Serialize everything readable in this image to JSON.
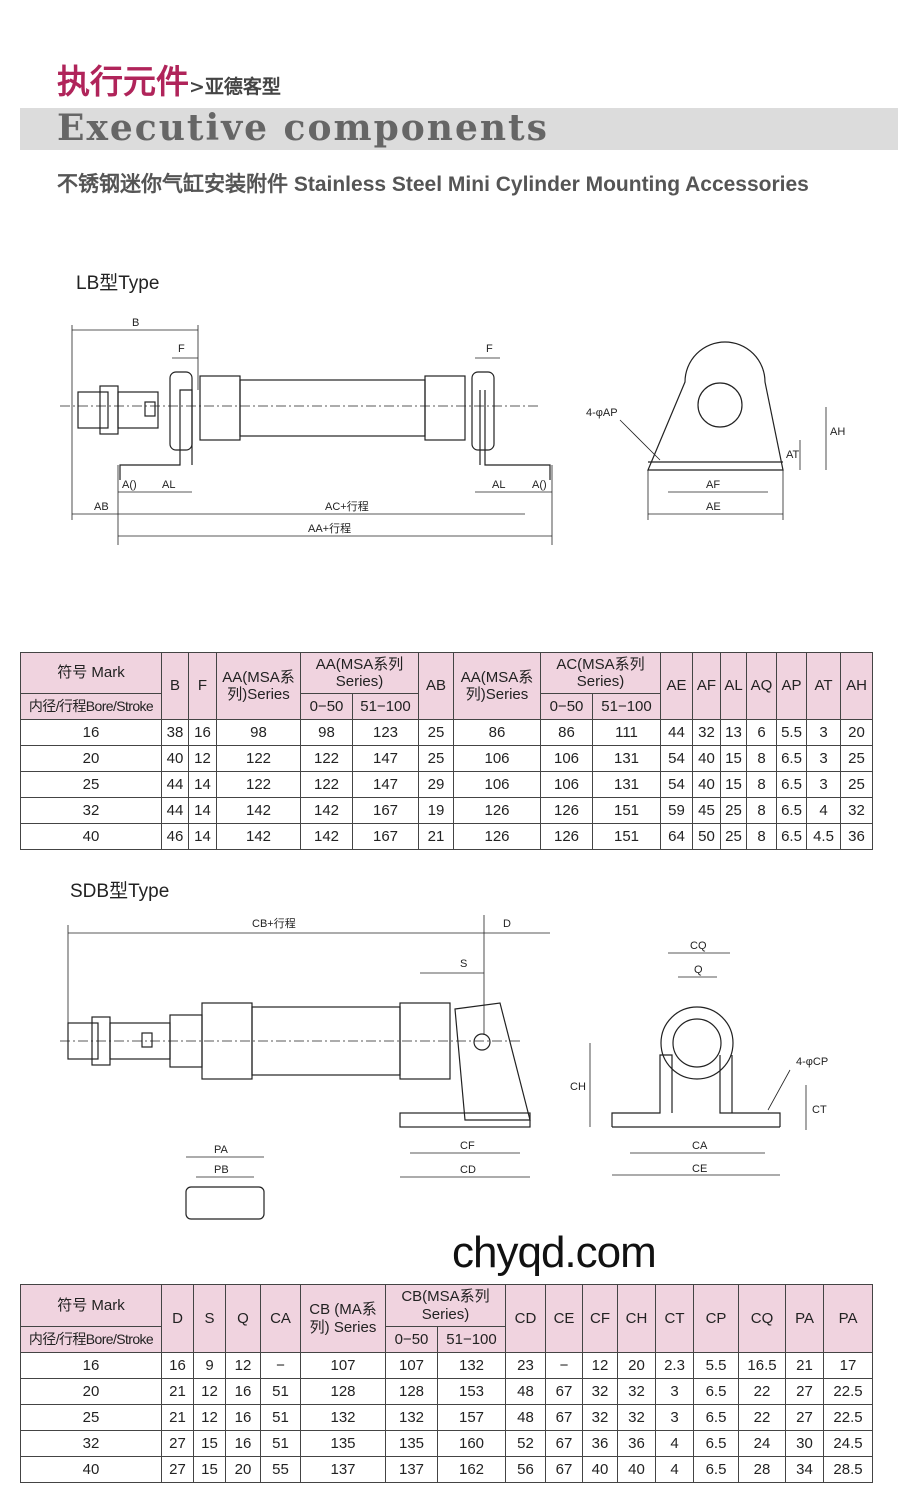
{
  "header": {
    "title_cn": "执行元件",
    "title_sub": ">亚德客型",
    "title_en": "Executive components",
    "subtitle": "不锈钢迷你气缸安装附件 Stainless Steel Mini Cylinder Mounting Accessories"
  },
  "lb": {
    "type_label": "LB型Type",
    "drawing_labels": {
      "b": "B",
      "f1": "F",
      "f2": "F",
      "a1": "A()",
      "a2": "A()",
      "al1": "AL",
      "al2": "AL",
      "ab": "AB",
      "ac": "AC+行程",
      "aa": "AA+行程",
      "ap": "4-φAP",
      "at": "AT",
      "ah": "AH",
      "af": "AF",
      "ae": "AE"
    },
    "table": {
      "mark": "符号 Mark",
      "bore": "内径/行程Bore/Stroke",
      "b": "B",
      "f": "F",
      "aa1": "AA(MSA系列)Series",
      "aa2": "AA(MSA系列Series)",
      "r1": "0−50",
      "r2": "51−100",
      "ab": "AB",
      "aa3": "AA(MSA系列)Series",
      "ac": "AC(MSA系列Series)",
      "r3": "0−50",
      "r4": "51−100",
      "ae": "AE",
      "af": "AF",
      "al": "AL",
      "aq": "AQ",
      "ap": "AP",
      "at": "AT",
      "ah": "AH",
      "rows": [
        [
          "16",
          "38",
          "16",
          "98",
          "98",
          "123",
          "25",
          "86",
          "86",
          "111",
          "44",
          "32",
          "13",
          "6",
          "5.5",
          "3",
          "20"
        ],
        [
          "20",
          "40",
          "12",
          "122",
          "122",
          "147",
          "25",
          "106",
          "106",
          "131",
          "54",
          "40",
          "15",
          "8",
          "6.5",
          "3",
          "25"
        ],
        [
          "25",
          "44",
          "14",
          "122",
          "122",
          "147",
          "29",
          "106",
          "106",
          "131",
          "54",
          "40",
          "15",
          "8",
          "6.5",
          "3",
          "25"
        ],
        [
          "32",
          "44",
          "14",
          "142",
          "142",
          "167",
          "19",
          "126",
          "126",
          "151",
          "59",
          "45",
          "25",
          "8",
          "6.5",
          "4",
          "32"
        ],
        [
          "40",
          "46",
          "14",
          "142",
          "142",
          "167",
          "21",
          "126",
          "126",
          "151",
          "64",
          "50",
          "25",
          "8",
          "6.5",
          "4.5",
          "36"
        ]
      ]
    }
  },
  "sdb": {
    "type_label": "SDB型Type",
    "drawing_labels": {
      "cb": "CB+行程",
      "d": "D",
      "s": "S",
      "ch": "CH",
      "cf": "CF",
      "cd": "CD",
      "cq": "CQ",
      "q": "Q",
      "cp": "4-φCP",
      "ct": "CT",
      "ca": "CA",
      "ce": "CE",
      "pa": "PA",
      "pb": "PB"
    },
    "table": {
      "mark": "符号 Mark",
      "bore": "内径/行程Bore/Stroke",
      "d": "D",
      "s": "S",
      "q": "Q",
      "ca": "CA",
      "cb1": "CB (MA系列) Series",
      "cb2": "CB(MSA系列Series)",
      "r1": "0−50",
      "r2": "51−100",
      "cd": "CD",
      "ce": "CE",
      "cf": "CF",
      "ch": "CH",
      "ct": "CT",
      "cp": "CP",
      "cq": "CQ",
      "pa1": "PA",
      "pa2": "PA",
      "rows": [
        [
          "16",
          "16",
          "9",
          "12",
          "−",
          "107",
          "107",
          "132",
          "23",
          "−",
          "12",
          "20",
          "2.3",
          "5.5",
          "16.5",
          "21",
          "17"
        ],
        [
          "20",
          "21",
          "12",
          "16",
          "51",
          "128",
          "128",
          "153",
          "48",
          "67",
          "32",
          "32",
          "3",
          "6.5",
          "22",
          "27",
          "22.5"
        ],
        [
          "25",
          "21",
          "12",
          "16",
          "51",
          "132",
          "132",
          "157",
          "48",
          "67",
          "32",
          "32",
          "3",
          "6.5",
          "22",
          "27",
          "22.5"
        ],
        [
          "32",
          "27",
          "15",
          "16",
          "51",
          "135",
          "135",
          "160",
          "52",
          "67",
          "36",
          "36",
          "4",
          "6.5",
          "24",
          "30",
          "24.5"
        ],
        [
          "40",
          "27",
          "15",
          "20",
          "55",
          "137",
          "137",
          "162",
          "56",
          "67",
          "40",
          "40",
          "4",
          "6.5",
          "28",
          "34",
          "28.5"
        ]
      ]
    }
  },
  "watermark": "chyqd.com",
  "colors": {
    "accent": "#b0245a",
    "header_bg": "#f0d3df",
    "band": "#dcdcdc"
  }
}
